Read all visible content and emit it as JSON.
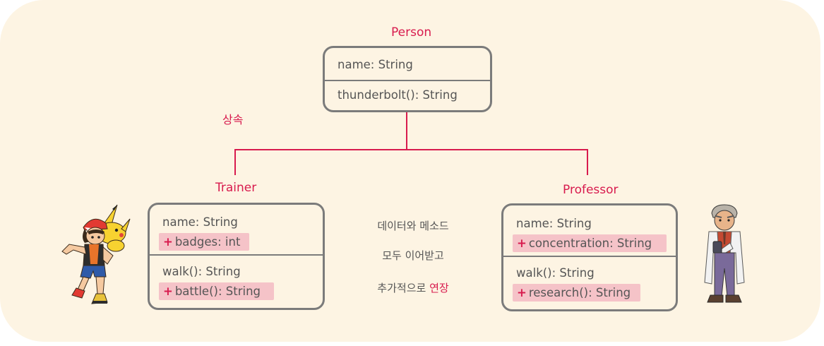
{
  "relation_label": "상속",
  "person": {
    "title": "Person",
    "attribute": "name: String",
    "method": "thunderbolt(): String"
  },
  "trainer": {
    "title": "Trainer",
    "attribute": "name: String",
    "added_attribute": "badges: int",
    "method": "walk(): String",
    "added_method": "battle(): String"
  },
  "professor": {
    "title": "Professor",
    "attribute": "name: String",
    "added_attribute": "concentration: String",
    "method": "walk(): String",
    "added_method": "research(): String"
  },
  "added_marker": "+",
  "note": {
    "line1": "데이터와 메소드",
    "line2": "모두 이어받고",
    "line3_prefix": "추가적으로 ",
    "line3_highlight": "연장"
  },
  "colors": {
    "accent": "#d81b4e",
    "background": "#fdf4e3",
    "box_border": "#7b7b7b",
    "added_highlight": "#f5c3c8"
  },
  "illustrations": [
    "trainer-with-pikachu-illustration",
    "professor-illustration"
  ]
}
